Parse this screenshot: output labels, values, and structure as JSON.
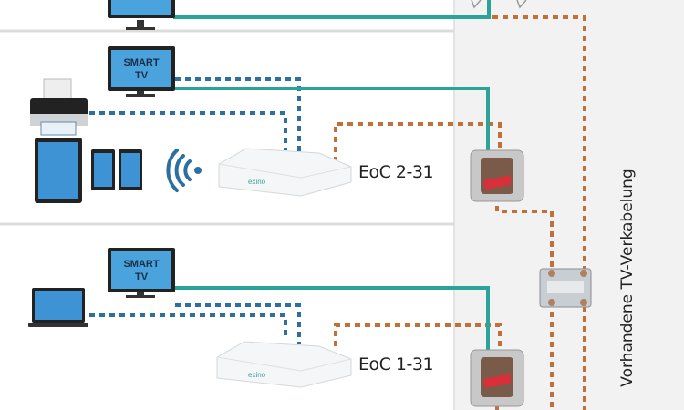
{
  "devices": {
    "tv_label_line1": "SMART",
    "tv_label_line2": "TV",
    "router_brand": "exino"
  },
  "adapters": [
    {
      "label": "EoC 2-31"
    },
    {
      "label": "EoC 1-31"
    }
  ],
  "cabling_label": "Vorhandene TV-Verkabelung",
  "colors": {
    "coax_existing": "#c0703a",
    "lan": "#2f6f9f",
    "coax_tv": "#2aa39a",
    "panel_gray": "#f2f2f2"
  }
}
